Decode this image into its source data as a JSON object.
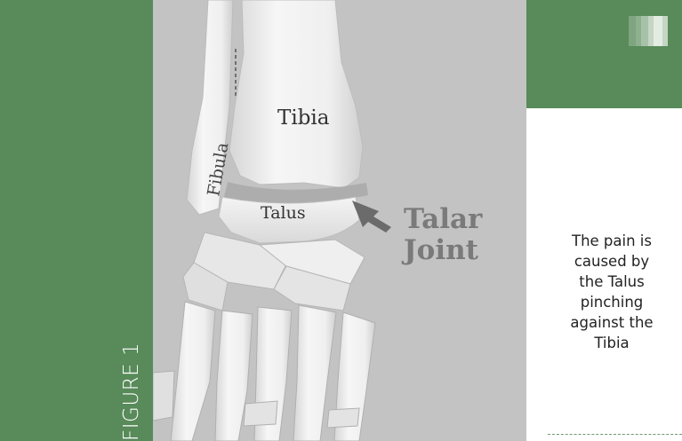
{
  "figure_label": "FIGURE 1",
  "image": {
    "labels": {
      "tibia": "Tibia",
      "fibula": "Fibula",
      "talus": "Talus",
      "talar_joint_line1": "Talar",
      "talar_joint_line2": "Joint"
    }
  },
  "caption": {
    "lines": [
      "The pain is",
      "caused by",
      "the Talus",
      "pinching",
      "against the",
      "Tibia"
    ]
  },
  "colors": {
    "accent_green": "#588a5a",
    "image_background": "#c3c3c3",
    "annotation_text": "#7a7a7a"
  }
}
